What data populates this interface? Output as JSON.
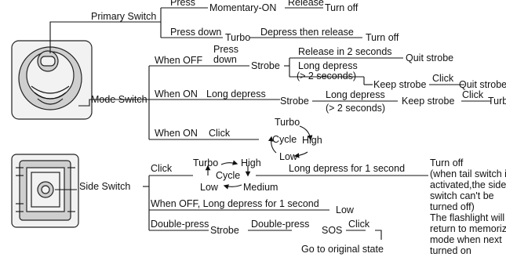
{
  "primary": {
    "title": "Primary Switch",
    "press": "Press",
    "momentary_on": "Momentary-ON",
    "release": "Release",
    "turn_off_1": "Turn off",
    "press_down": "Press down",
    "turbo": "Turbo",
    "depress_release": "Depress then release",
    "turn_off_2": "Turn off"
  },
  "mode": {
    "title": "Mode Switch",
    "when_off": "When OFF",
    "press_down_l1": "Press",
    "press_down_l2": "down",
    "strobe_1": "Strobe",
    "release_2s": "Release in 2 seconds",
    "quit_strobe_1": "Quit strobe",
    "long_depress_l1": "Long depress",
    "long_depress_l2": "(> 2 seconds)",
    "keep_strobe_1": "Keep strobe",
    "click_1": "Click",
    "quit_strobe_2": "Quit strobe",
    "when_on_1": "When ON",
    "long_depress_b": "Long depress",
    "strobe_2": "Strobe",
    "long_depress_c_l1": "Long depress",
    "long_depress_c_l2": "(> 2 seconds)",
    "keep_strobe_2": "Keep strobe",
    "click_2": "Click",
    "turbo_end": "Turbo",
    "when_on_2": "When ON",
    "click_3": "Click",
    "cycle": {
      "top": "Turbo",
      "center": "Cycle",
      "right": "High",
      "bottom": "Low"
    }
  },
  "side": {
    "title": "Side Switch",
    "click": "Click",
    "cycle": {
      "top_left": "Turbo",
      "top_right": "High",
      "center": "Cycle",
      "bottom_left": "Low",
      "bottom_right": "Medium"
    },
    "long_depress_1s": "Long depress for 1 second",
    "turn_off_note": [
      "Turn off",
      "(when tail switch is",
      "activated,the side",
      "switch can't be",
      "turned off)",
      "The flashlight will",
      "return to memorized",
      "mode when next",
      "turned on"
    ],
    "when_off_long": "When OFF, Long depress for 1 second",
    "low": "Low",
    "double_press_1": "Double-press",
    "strobe": "Strobe",
    "double_press_2": "Double-press",
    "sos": "SOS",
    "click_end": "Click",
    "original_state": "Go to original state"
  }
}
